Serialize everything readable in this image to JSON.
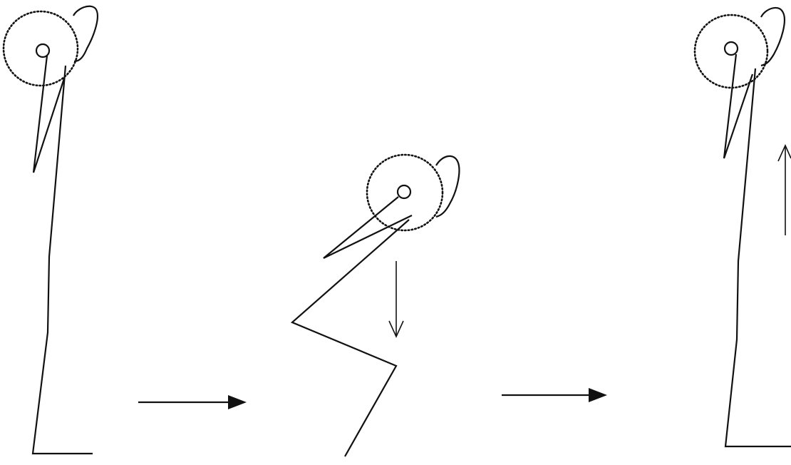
{
  "figure": {
    "description": "",
    "colors": {
      "ink": "#111111",
      "background": "#ffffff"
    },
    "phases": [
      {
        "id": "start",
        "bar_motion": "none"
      },
      {
        "id": "bottom",
        "bar_motion": "down"
      },
      {
        "id": "finish",
        "bar_motion": "up"
      }
    ],
    "transitions": [
      {
        "from": "start",
        "to": "bottom",
        "icon": "right-arrow-icon"
      },
      {
        "from": "bottom",
        "to": "finish",
        "icon": "right-arrow-icon"
      }
    ]
  }
}
